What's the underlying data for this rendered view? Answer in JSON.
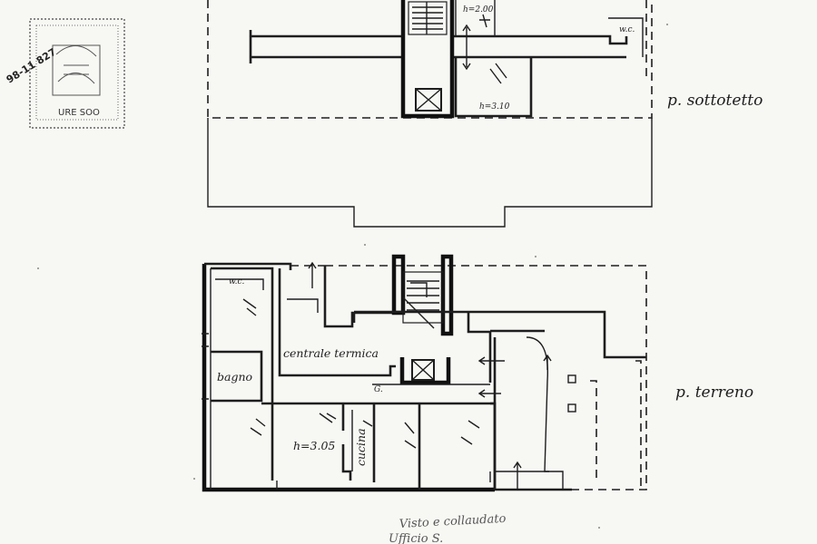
{
  "stamp": {
    "rotated_text": "98-11 827",
    "bottom_text": "URE SOO"
  },
  "upper_floor": {
    "label": "p. sottotetto",
    "rooms": [
      {
        "id": "wc",
        "label": "w.c."
      },
      {
        "id": "top-room",
        "label": "h=2.00"
      },
      {
        "id": "right-room",
        "label": "h=3.10"
      }
    ]
  },
  "ground_floor": {
    "label": "p. terreno",
    "rooms": [
      {
        "id": "wc",
        "label": "w.c."
      },
      {
        "id": "boiler",
        "label": "centrale termica"
      },
      {
        "id": "bathroom",
        "label": "bagno"
      },
      {
        "id": "living",
        "label": "h=3.05"
      },
      {
        "id": "kitchen",
        "label": "cucina"
      }
    ],
    "small_mark": "G."
  },
  "signature": {
    "line1": "Visto e collaudato",
    "line2": "Ufficio S."
  }
}
